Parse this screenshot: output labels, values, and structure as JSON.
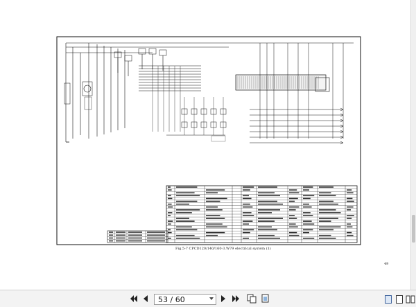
{
  "document": {
    "figure_caption": "Fig.5-7    CPCD120/140/160-3.W79    electrical system (1)",
    "page_number_label": "49"
  },
  "toolbar": {
    "first_page_icon": "double-chevron-left",
    "prev_page_icon": "chevron-left",
    "page_indicator": "53 / 60",
    "next_page_icon": "chevron-right",
    "last_page_icon": "double-chevron-right",
    "fit_page_icon": "fit-page",
    "fit_width_icon": "fit-width",
    "single_page_icon": "single-page-view",
    "continuous_icon": "continuous-view",
    "two_page_icon": "two-page-view"
  }
}
